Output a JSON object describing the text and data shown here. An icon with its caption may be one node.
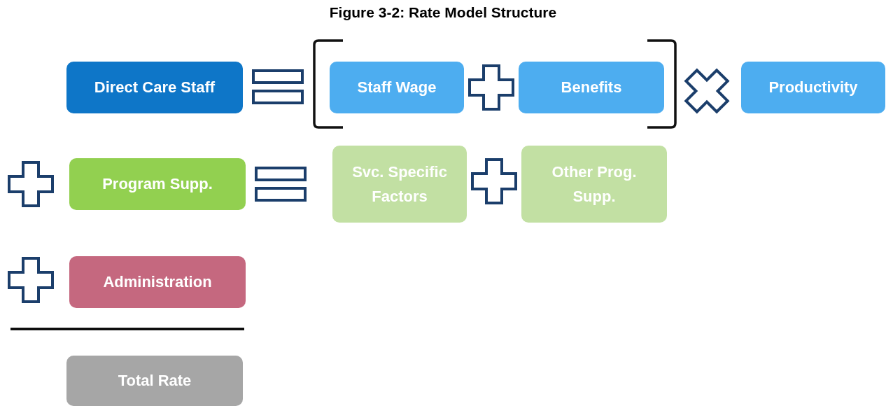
{
  "diagram": {
    "title": "Figure 3-2: Rate Model Structure",
    "nodes": [
      {
        "text": [
          "Direct Care Staff"
        ]
      },
      {
        "text": [
          "Staff Wage"
        ]
      },
      {
        "text": [
          "Benefits"
        ]
      },
      {
        "text": [
          "Productivity"
        ]
      },
      {
        "text": [
          "Program Supp."
        ]
      },
      {
        "text": [
          "Svc. Specific Factors"
        ]
      },
      {
        "text": [
          "Other Prog. Supp."
        ]
      },
      {
        "text": [
          "Administration"
        ]
      },
      {
        "text": [
          "Total Rate"
        ]
      }
    ]
  }
}
